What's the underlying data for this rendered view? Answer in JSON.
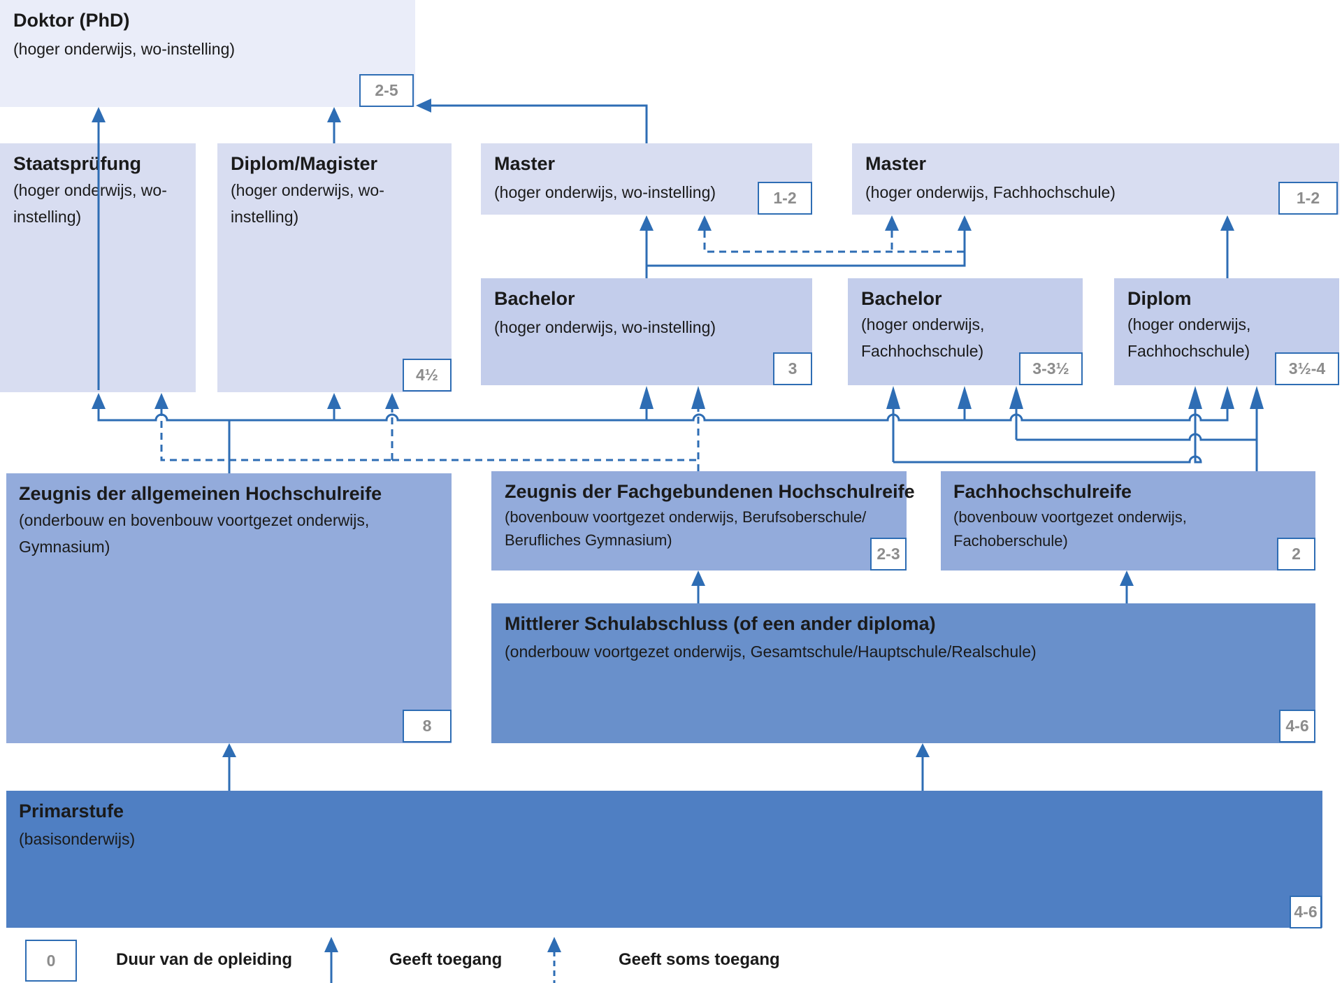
{
  "colors": {
    "arrow": "#2e6db4",
    "level_top": "#eaedf9",
    "level_upper": "#d8ddf1",
    "level_mid": "#c3cdeb",
    "level_lower": "#93abdb",
    "level_mittlerer": "#6990cb",
    "level_primar": "#4f7fc3"
  },
  "boxes": {
    "doktor": {
      "title": "Doktor (PhD)",
      "sub": "(hoger onderwijs, wo-instelling)",
      "duration": "2-5"
    },
    "staats": {
      "title": "Staatsprüfung",
      "sub": "(hoger onderwijs, wo-instelling)"
    },
    "diplom_magister": {
      "title": "Diplom/Magister",
      "sub": "(hoger onderwijs, wo-instelling)",
      "duration": "4½"
    },
    "master_wo": {
      "title": "Master",
      "sub": "(hoger onderwijs, wo-instelling)",
      "duration": "1-2"
    },
    "master_fh": {
      "title": "Master",
      "sub": "(hoger onderwijs, Fachhochschule)",
      "duration": "1-2"
    },
    "bachelor_wo": {
      "title": "Bachelor",
      "sub": "(hoger onderwijs, wo-instelling)",
      "duration": "3"
    },
    "bachelor_fh": {
      "title": "Bachelor",
      "sub": "(hoger onderwijs, Fachhochschule)",
      "duration": "3-3½"
    },
    "diplom_fh": {
      "title": "Diplom",
      "sub": "(hoger onderwijs, Fachhochschule)",
      "duration": "3½-4"
    },
    "zeugnis_allg": {
      "title": "Zeugnis der allgemeinen Hochschulreife",
      "sub": "(onderbouw en bovenbouw voortgezet onderwijs, Gymnasium)",
      "duration": "8"
    },
    "zeugnis_fach": {
      "title": "Zeugnis der Fachgebundenen Hochschulreife",
      "sub": "(bovenbouw voortgezet onderwijs, Berufsoberschule/ Berufliches Gymnasium)",
      "duration": "2-3"
    },
    "fhreife": {
      "title": "Fachhochschulreife",
      "sub": "(bovenbouw voortgezet onderwijs, Fachoberschule)",
      "duration": "2"
    },
    "mittlerer": {
      "title": "Mittlerer Schulabschluss (of een ander diploma)",
      "sub": "(onderbouw voortgezet onderwijs, Gesamtschule/Hauptschule/Realschule)",
      "duration": "4-6"
    },
    "primar": {
      "title": "Primarstufe",
      "sub": "(basisonderwijs)",
      "duration": "4-6"
    }
  },
  "legend": {
    "duration_sample": "0",
    "duration_label": "Duur van de opleiding",
    "access_label": "Geeft toegang",
    "sometimes_label": "Geeft soms toegang"
  }
}
